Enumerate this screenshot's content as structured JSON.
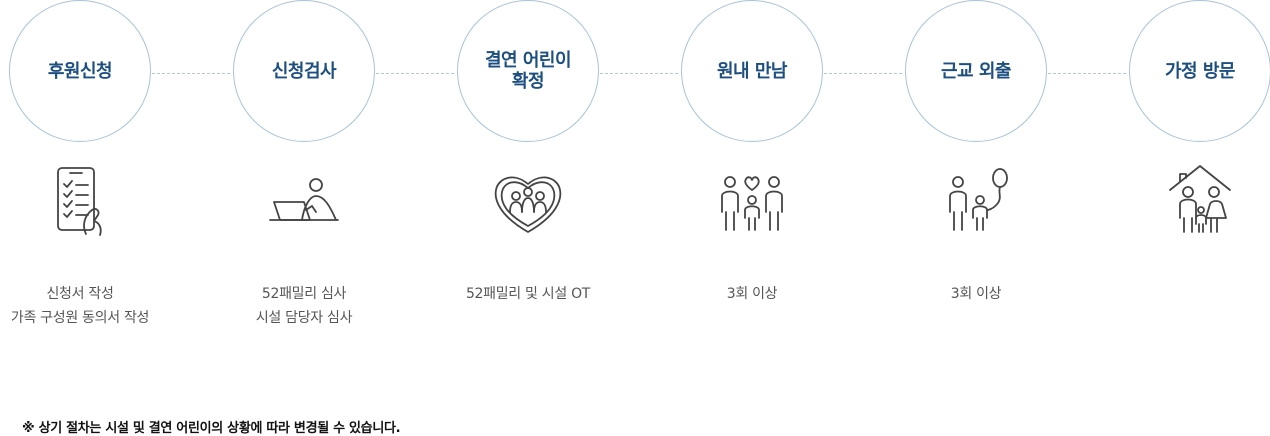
{
  "steps": [
    {
      "title": "후원신청",
      "icon": "smartphone-checklist-icon",
      "desc": [
        "신청서 작성",
        "가족 구성원 동의서 작성"
      ]
    },
    {
      "title": "신청검사",
      "icon": "person-laptop-icon",
      "desc": [
        "52패밀리 심사",
        "시설 담당자 심사"
      ]
    },
    {
      "title": "결연 어린이\n확정",
      "icon": "heart-group-icon",
      "desc": [
        "52패밀리 및 시설 OT"
      ]
    },
    {
      "title": "원내 만남",
      "icon": "family-heart-icon",
      "desc": [
        "3회 이상"
      ]
    },
    {
      "title": "근교 외출",
      "icon": "parent-child-balloon-icon",
      "desc": [
        "3회 이상"
      ]
    },
    {
      "title": "가정 방문",
      "icon": "house-family-icon",
      "desc": []
    }
  ],
  "note": "※ 상기 절차는 시설 및 결연 어린이의 상황에 따라 변경될 수 있습니다.",
  "colors": {
    "title": "#1d4f80",
    "circle_border": "#a9c3da",
    "icon_stroke": "#444444"
  }
}
